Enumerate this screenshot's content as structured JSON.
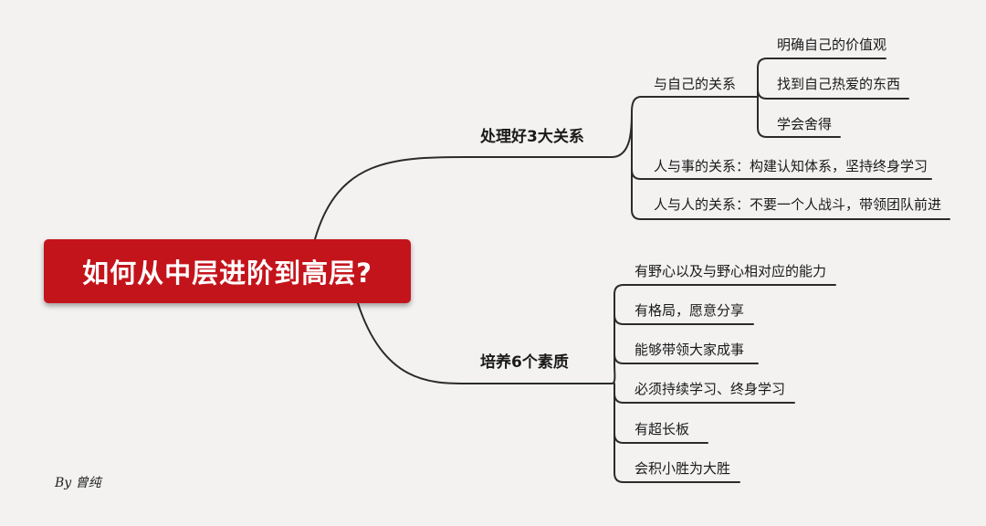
{
  "root": "如何从中层进阶到高层?",
  "branches": [
    {
      "label": "处理好3大关系",
      "children": [
        {
          "label": "与自己的关系",
          "children": [
            "明确自己的价值观",
            "找到自己热爱的东西",
            "学会舍得"
          ]
        },
        {
          "label": "人与事的关系：构建认知体系，坚持终身学习"
        },
        {
          "label": "人与人的关系：不要一个人战斗，带领团队前进"
        }
      ]
    },
    {
      "label": "培养6个素质",
      "children": [
        {
          "label": "有野心以及与野心相对应的能力"
        },
        {
          "label": "有格局，愿意分享"
        },
        {
          "label": "能够带领大家成事"
        },
        {
          "label": "必须持续学习、终身学习"
        },
        {
          "label": "有超长板"
        },
        {
          "label": "会积小胜为大胜"
        }
      ]
    }
  ],
  "author": "By 曾纯",
  "colors": {
    "root_bg": "#c4141b",
    "root_text": "#ffffff",
    "line": "#2b2b2b",
    "background": "#f3f2f1"
  }
}
